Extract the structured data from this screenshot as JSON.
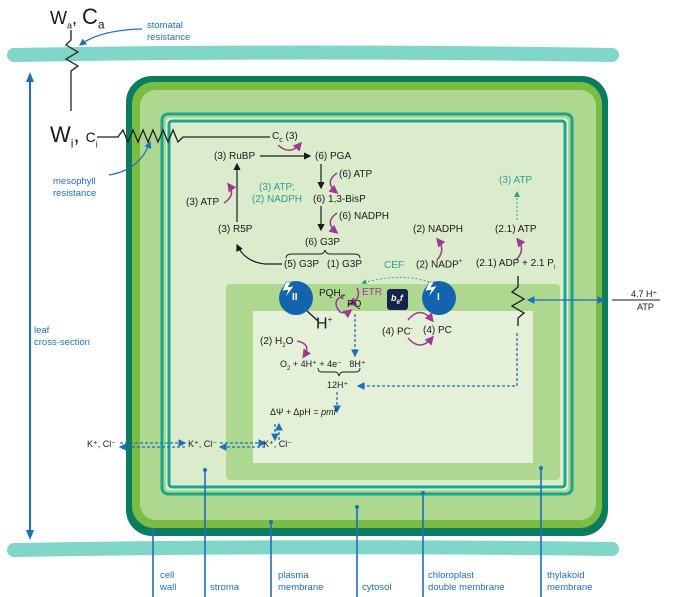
{
  "atmosphere": {
    "w": "W",
    "w_sub": "a",
    "c": "C",
    "c_sub": "a"
  },
  "intercellular": {
    "w": "W",
    "w_sub": "i",
    "c": "C",
    "c_sub": "i"
  },
  "resistances": {
    "stomatal": [
      "stomatal",
      "resistance"
    ],
    "mesophyll": [
      "mesophyll",
      "resistance"
    ]
  },
  "calvin": {
    "cc": "C",
    "cc_sub": "c",
    "cc_count": "(3)",
    "rubp": "(3) RuBP",
    "pga": "(6) PGA",
    "atp6": "(6) ATP",
    "bisp": "(6) 1,3-BisP",
    "nadph6": "(6) NADPH",
    "g3p6": "(6) G3P",
    "g3p5": "(5) G3P",
    "g3p1": "(1) G3P",
    "r5p": "(3) R5P",
    "atp3": "(3) ATP",
    "ratio": [
      "(3) ATP:",
      "(2) NADPH"
    ]
  },
  "light": {
    "atp3_out": "(3) ATP",
    "nadph2": "(2) NADPH",
    "atp21": "(2.1) ATP",
    "cef": "CEF",
    "nadp2": "(2) NADP",
    "nadp_sup": "+",
    "adp": "(2.1) ADP + 2.1 P",
    "adp_sub": "i",
    "psii": "II",
    "psi": "I",
    "pqh2": "PQH",
    "pqh2_sub": "2",
    "pq": "PQ",
    "etr": "ETR",
    "b6f": "b",
    "b6f_sub": "6",
    "b6f_end": "f",
    "hplus": "H",
    "hplus_sup": "+",
    "pc_minus": "(4) PC",
    "pc_minus_sup": "-",
    "pc": "(4) PC",
    "h2o": "(2) H",
    "h2o_sub": "2",
    "h2o_end": "O",
    "o2_eq": "O",
    "o2_sub": "2",
    "o2_rest": " + 4H⁺ + 4e⁻   8H⁺",
    "h12": "12H⁺",
    "pmf_lhs": "ΔΨ + ΔpH = ",
    "pmf_rhs": "pmf",
    "h_atp_num": "4.7 H⁺",
    "h_atp_den": "ATP"
  },
  "ions": {
    "outer": "K⁺, Cl⁻",
    "middle": "K⁺, Cl⁻",
    "inner": "K⁺, Cl⁻"
  },
  "labels": {
    "leaf": [
      "leaf",
      "cross-section"
    ],
    "cell_wall": [
      "cell",
      "wall"
    ],
    "stroma": "stroma",
    "plasma_membrane": [
      "plasma",
      "membrane"
    ],
    "cytosol": "cytosol",
    "chloroplast": [
      "chloroplast",
      "double membrane"
    ],
    "thylakoid": [
      "thylakoid",
      "membrane"
    ]
  },
  "colors": {
    "cell_wall_outer": "#0b7d5e",
    "cell_wall_inner": "#7bbd42",
    "cytosol": "#aed88f",
    "chloroplast_membrane": "#19a58e",
    "stroma": "#dbeccd",
    "thylakoid": "#aed88f",
    "lumen": "#e4f1d8",
    "epidermis": "#7fd6c9",
    "label_blue": "#1f6fb8",
    "photosystem": "#1464ad",
    "b6f": "#14254d",
    "cycle_arrow": "#9b3a8f",
    "teal_text": "#2e9e8f"
  }
}
